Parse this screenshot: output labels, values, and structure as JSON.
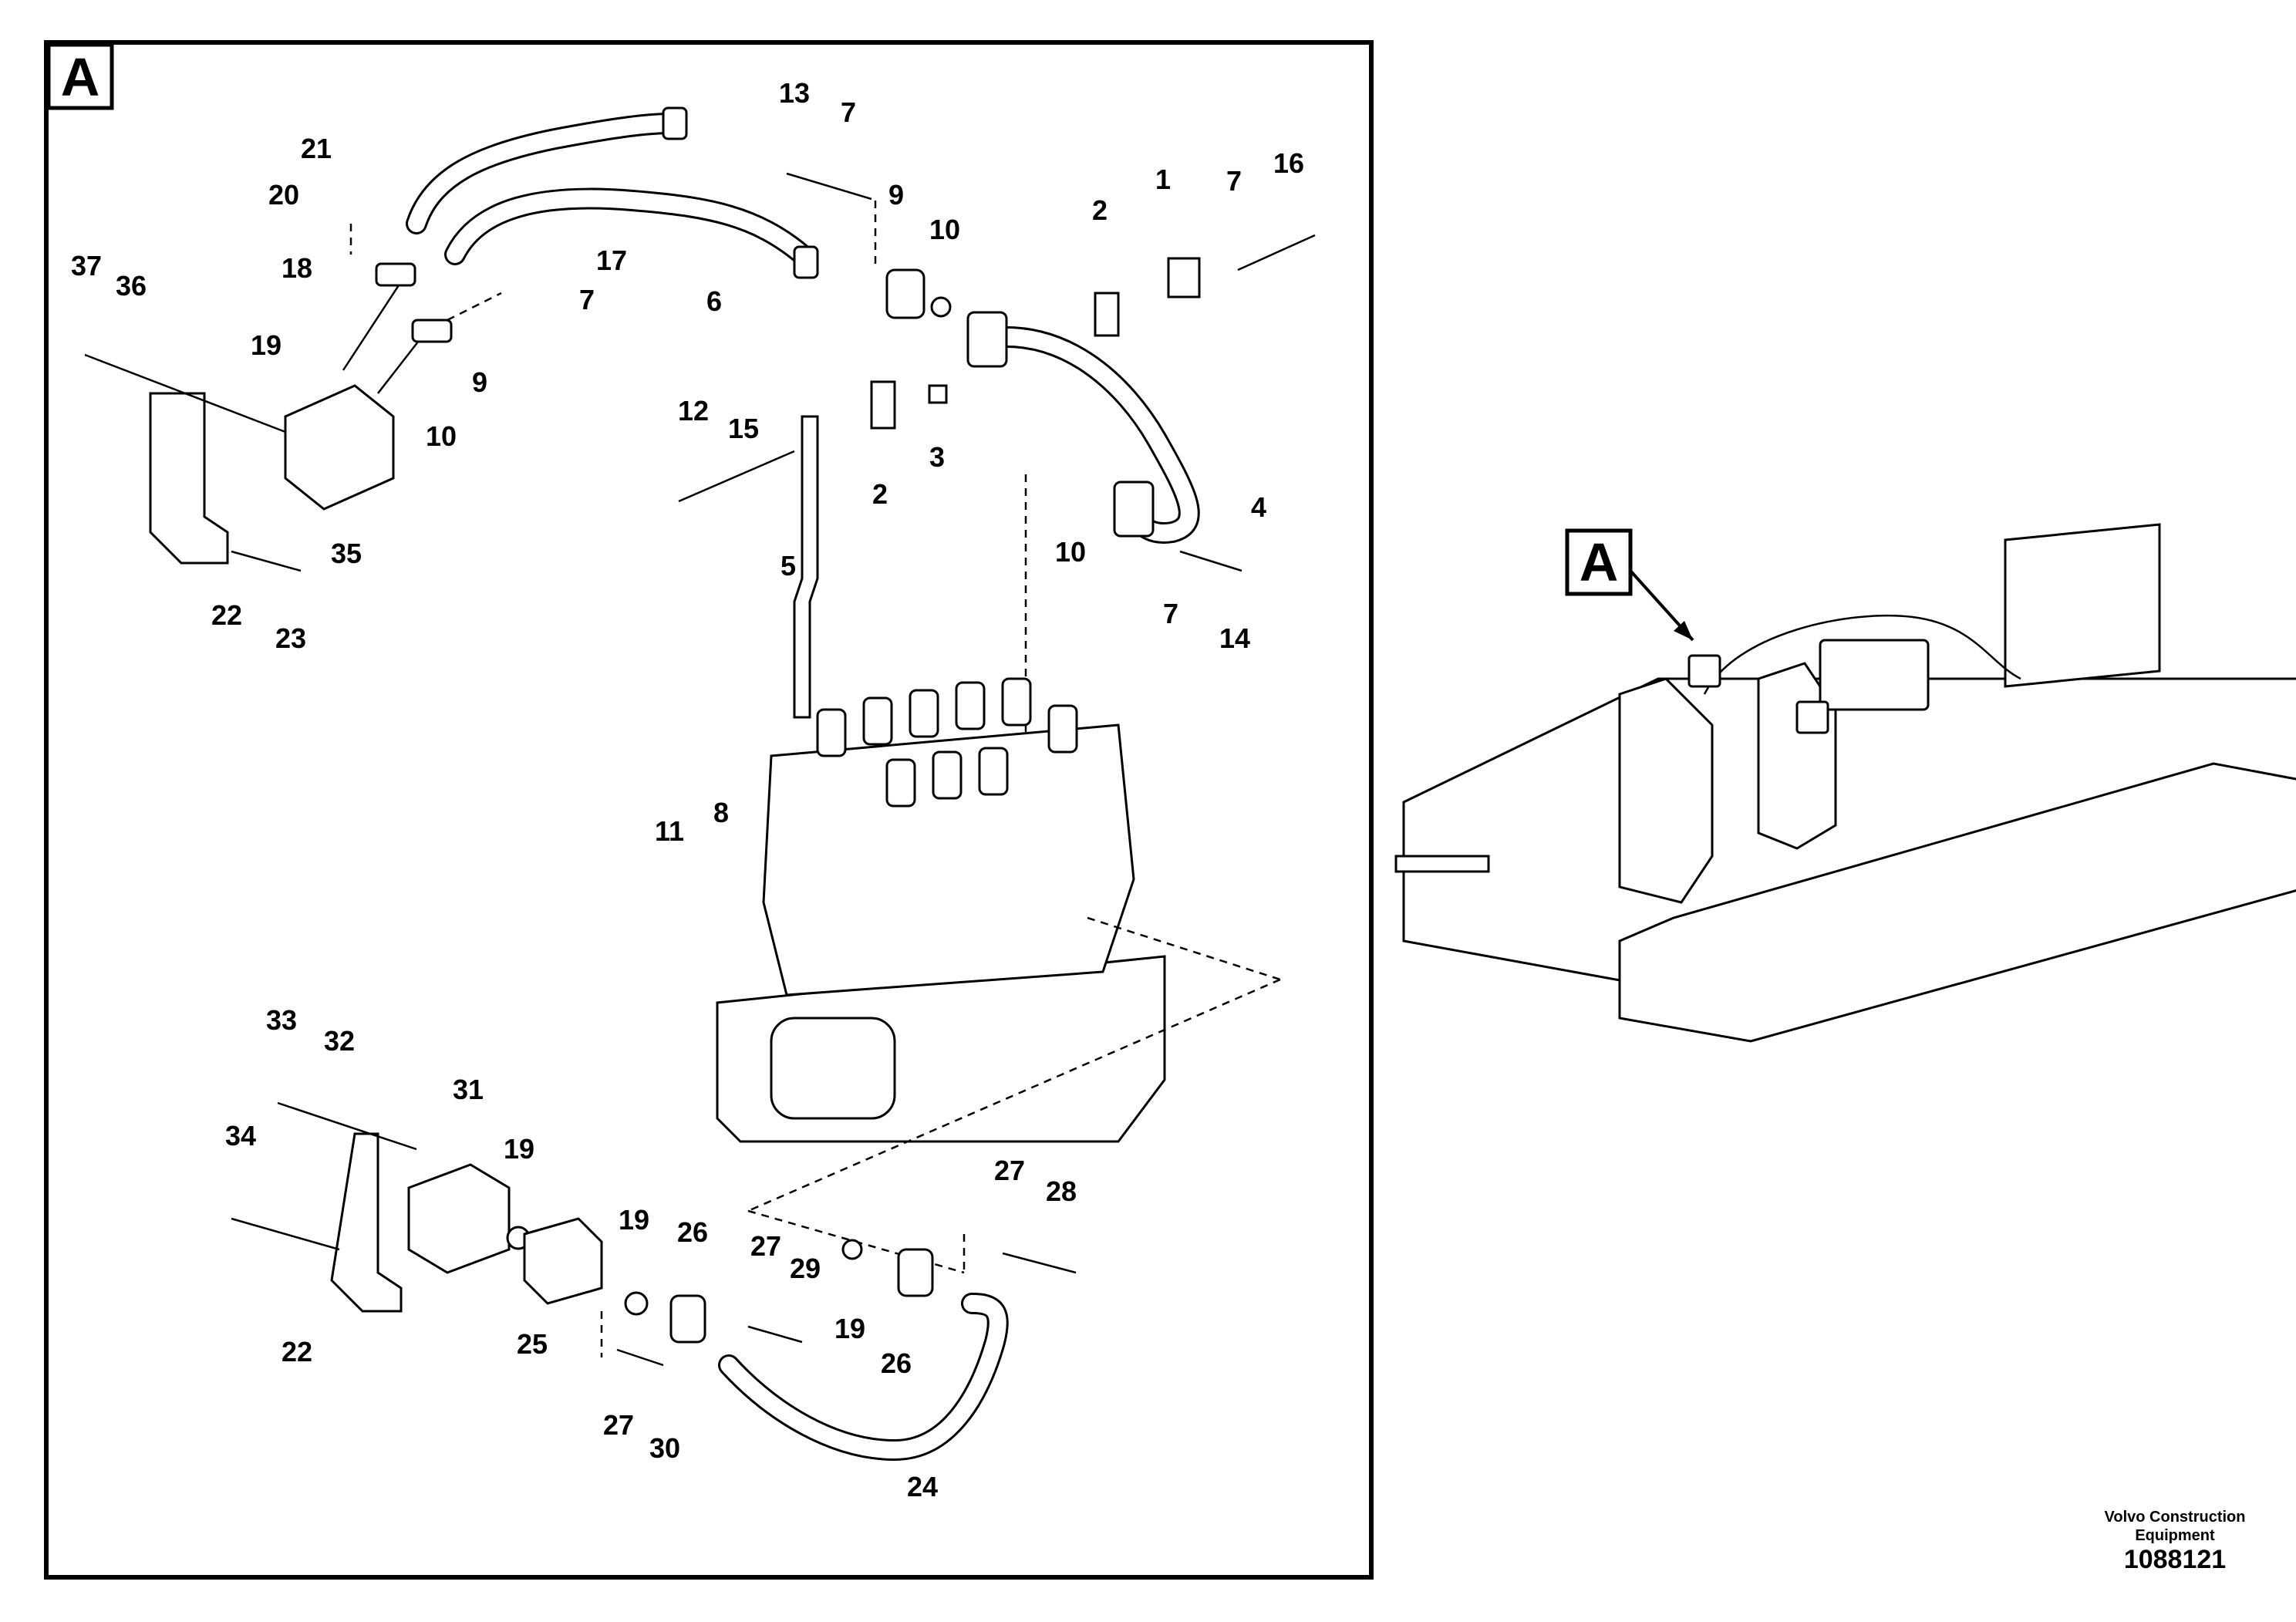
{
  "view_label": "A",
  "overview_label": "A",
  "brand": "Volvo Construction\nEquipment",
  "brand_line1": "Volvo Construction",
  "brand_line2": "Equipment",
  "document_number": "1088121",
  "callouts": [
    "21",
    "20",
    "18",
    "19",
    "10",
    "37",
    "36",
    "35",
    "22",
    "23",
    "13",
    "7",
    "9",
    "6",
    "17",
    "7",
    "9",
    "10",
    "2",
    "1",
    "7",
    "16",
    "12",
    "15",
    "2",
    "3",
    "5",
    "10",
    "4",
    "7",
    "14",
    "11",
    "8",
    "33",
    "32",
    "31",
    "34",
    "19",
    "19",
    "26",
    "27",
    "29",
    "19",
    "27",
    "28",
    "26",
    "25",
    "22",
    "27",
    "30",
    "24"
  ]
}
